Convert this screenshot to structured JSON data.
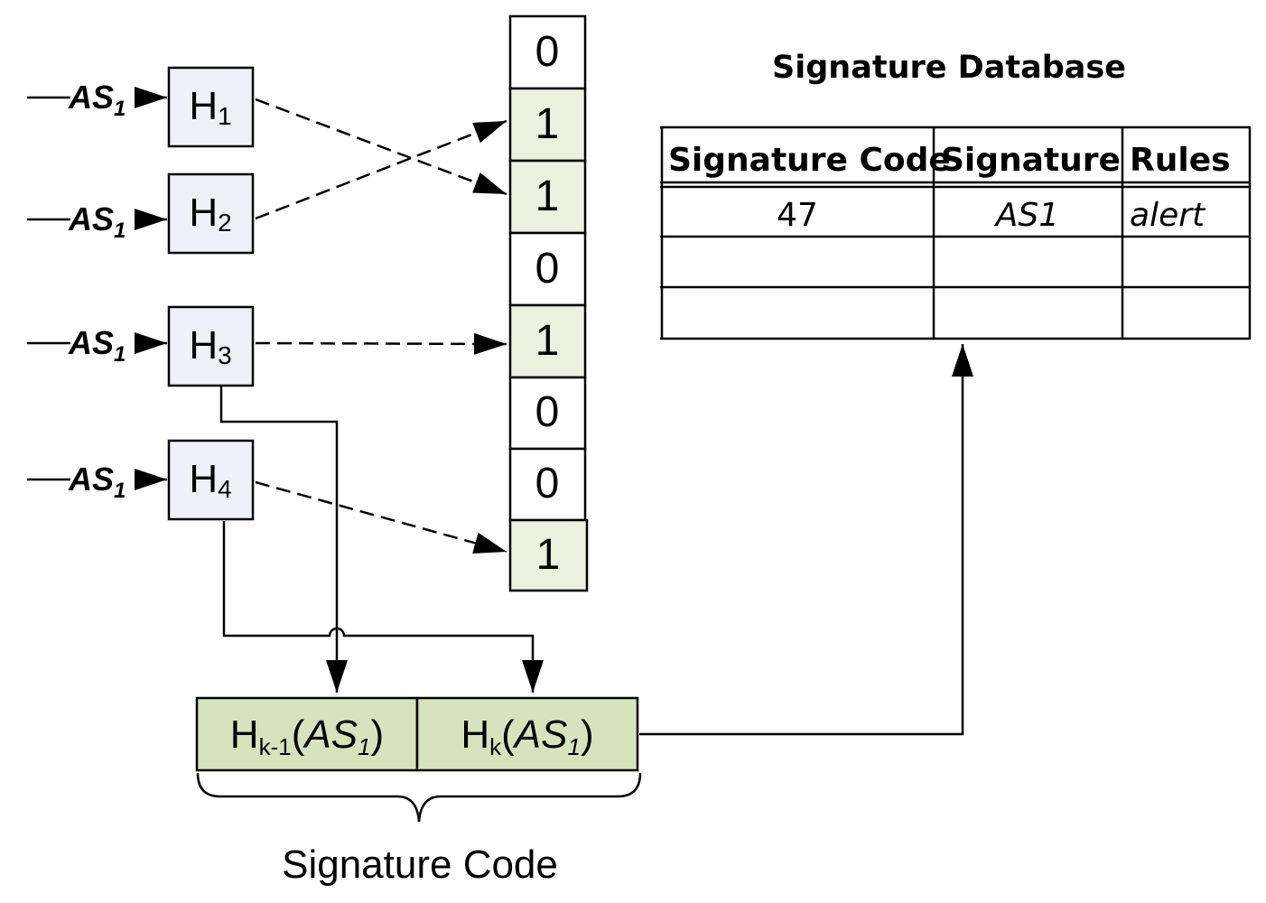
{
  "hash_functions": [
    {
      "letter": "H",
      "index": "1",
      "input": {
        "main": "AS",
        "sub": "1"
      }
    },
    {
      "letter": "H",
      "index": "2",
      "input": {
        "main": "AS",
        "sub": "1"
      }
    },
    {
      "letter": "H",
      "index": "3",
      "input": {
        "main": "AS",
        "sub": "1"
      }
    },
    {
      "letter": "H",
      "index": "4",
      "input": {
        "main": "AS",
        "sub": "1"
      }
    }
  ],
  "bit_array": [
    "0",
    "1",
    "1",
    "0",
    "1",
    "0",
    "0",
    "1"
  ],
  "signature_code": {
    "cells": [
      {
        "h": "H",
        "sub": "k-1",
        "open": "(",
        "arg": "AS",
        "arg_sub": "1",
        "close": ")"
      },
      {
        "h": "H",
        "sub": "k",
        "open": "(",
        "arg": "AS",
        "arg_sub": "1",
        "close": ")"
      }
    ],
    "caption": "Signature Code"
  },
  "database": {
    "title": "Signature Database",
    "headers": [
      "Signature Code",
      "Signature",
      "Rules"
    ],
    "rows": [
      [
        "47",
        "AS1",
        "alert"
      ],
      [
        "",
        "",
        ""
      ],
      [
        "",
        "",
        ""
      ]
    ]
  },
  "colors": {
    "hash_box_fill": "#eef1f7",
    "bit_set_fill": "#ebf0df",
    "code_fill": "#d6e3bc",
    "stroke": "#000000"
  }
}
